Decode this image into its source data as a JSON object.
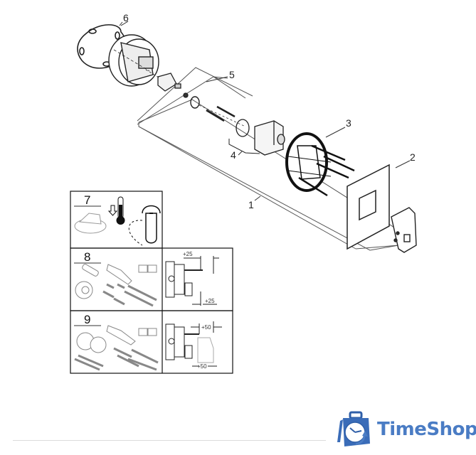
{
  "diagram": {
    "callouts": [
      {
        "id": "1",
        "label": "1"
      },
      {
        "id": "2",
        "label": "2"
      },
      {
        "id": "3",
        "label": "3"
      },
      {
        "id": "4",
        "label": "4"
      },
      {
        "id": "5",
        "label": "5"
      },
      {
        "id": "6",
        "label": "6"
      }
    ],
    "panels": [
      {
        "id": "7",
        "label": "7"
      },
      {
        "id": "8",
        "label": "8",
        "dims": [
          "+25",
          "+25"
        ]
      },
      {
        "id": "9",
        "label": "9",
        "dims": [
          "+50",
          "+50"
        ]
      }
    ]
  },
  "footer": {
    "logo_text": "TimeShop",
    "logo_icon": "clock-bag-icon",
    "brand_color": "#4a7cc4",
    "brand_dark": "#2f5fa8"
  }
}
